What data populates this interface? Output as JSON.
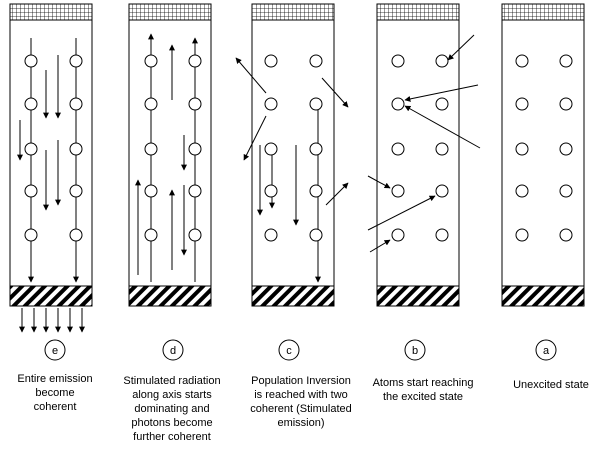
{
  "panels": [
    {
      "letter": "e",
      "caption": "Entire emission\nbecome\ncoherent"
    },
    {
      "letter": "d",
      "caption": "Stimulated radiation\nalong axis starts\ndominating and\nphotons become\nfurther coherent"
    },
    {
      "letter": "c",
      "caption": "Population Inversion\nis reached with two\ncoherent (Stimulated\nemission)"
    },
    {
      "letter": "b",
      "caption": "Atoms start reaching\nthe excited state"
    },
    {
      "letter": "a",
      "caption": "Unexcited state"
    }
  ]
}
